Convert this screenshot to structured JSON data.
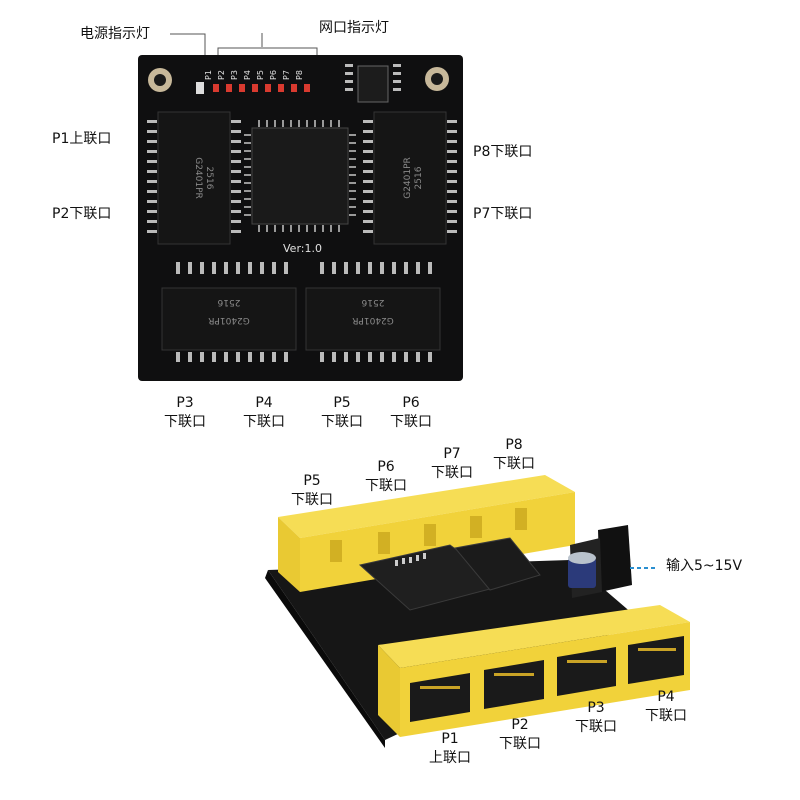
{
  "top_diagram": {
    "callouts": {
      "power_led": "电源指示灯",
      "port_leds": "网口指示灯"
    },
    "led_labels": [
      "P1",
      "P2",
      "P3",
      "P4",
      "P5",
      "P6",
      "P7",
      "P8"
    ],
    "board_version": "Ver:1.0",
    "chip_text": [
      "G2401PR",
      "2516"
    ],
    "ports_left": [
      {
        "name": "P1",
        "role": "上联口"
      },
      {
        "name": "P2",
        "role": "下联口"
      }
    ],
    "ports_right": [
      {
        "name": "P8",
        "role": "下联口"
      },
      {
        "name": "P7",
        "role": "下联口"
      }
    ],
    "ports_bottom": [
      {
        "name": "P3",
        "role": "下联口"
      },
      {
        "name": "P4",
        "role": "下联口"
      },
      {
        "name": "P5",
        "role": "下联口"
      },
      {
        "name": "P6",
        "role": "下联口"
      }
    ]
  },
  "bottom_diagram": {
    "ports_back": [
      {
        "name": "P5",
        "role": "下联口"
      },
      {
        "name": "P6",
        "role": "下联口"
      },
      {
        "name": "P7",
        "role": "下联口"
      },
      {
        "name": "P8",
        "role": "下联口"
      }
    ],
    "ports_front": [
      {
        "name": "P1",
        "role": "上联口"
      },
      {
        "name": "P2",
        "role": "下联口"
      },
      {
        "name": "P3",
        "role": "下联口"
      },
      {
        "name": "P4",
        "role": "下联口"
      }
    ],
    "power_input": "输入5~15V"
  },
  "colors": {
    "pcb": "#111111",
    "port_housing": "#f1d23a",
    "led_red": "#d93a2f",
    "callout_line": "#555555",
    "dashed_line": "#2a8fd0"
  }
}
